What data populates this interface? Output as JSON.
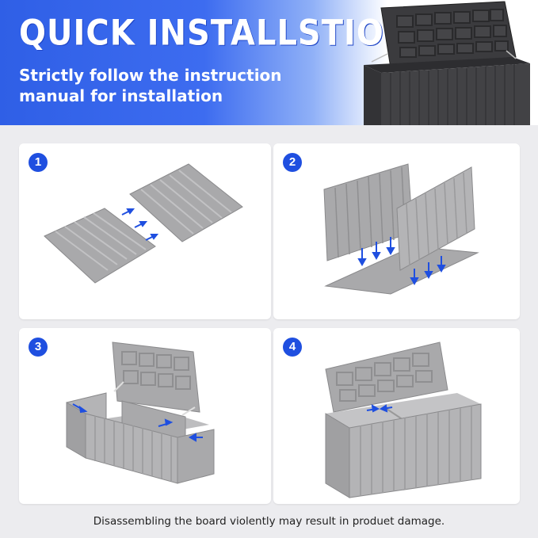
{
  "header": {
    "title": "QUICK INSTALLSTION",
    "subtitle": "Strictly follow the instruction manual for installation"
  },
  "steps": [
    {
      "number": "1"
    },
    {
      "number": "2"
    },
    {
      "number": "3"
    },
    {
      "number": "4"
    }
  ],
  "footer": {
    "note": "Disassembling the board violently may result in produet damage."
  },
  "colors": {
    "accent_blue": "#1f4fe0",
    "product_gray": "#a7a7a9",
    "product_dark": "#3b3b3e"
  }
}
